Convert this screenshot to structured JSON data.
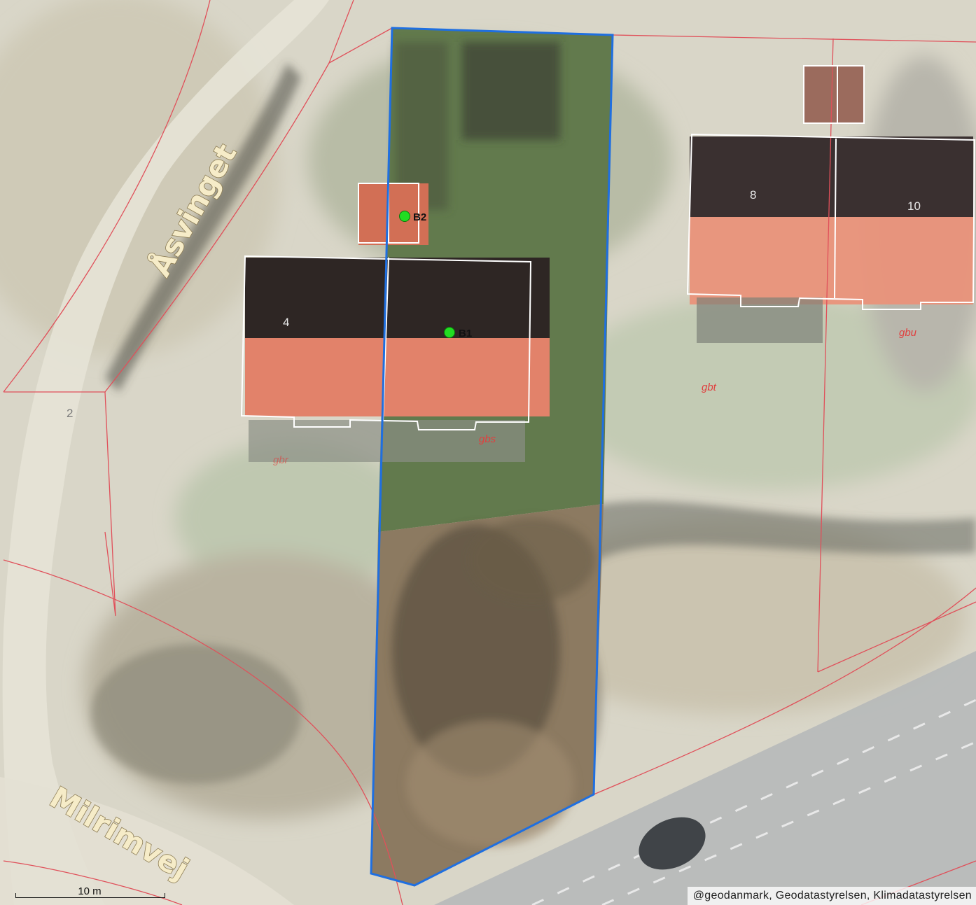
{
  "roads": {
    "asvinget": "Åsvinget",
    "milrimvej": "Milrimvej"
  },
  "house_numbers": {
    "n2": "2",
    "n4": "4",
    "n8": "8",
    "n10": "10"
  },
  "land_codes": {
    "gbs": "gbs",
    "gbt": "gbt",
    "gbu": "gbu",
    "gbr": "gbr"
  },
  "buildings": {
    "b1": "B1",
    "b2": "B2"
  },
  "scale": {
    "label": "10 m"
  },
  "attribution": "@geodanmark, Geodatastyrelsen, Klimadatastyrelsen",
  "colors": {
    "parcel_boundary": "#e0505a",
    "selected_parcel": "#1f6fe0",
    "building_outline": "#ffffff",
    "building_marker": "#22dd22",
    "roof": "#e9866a"
  }
}
